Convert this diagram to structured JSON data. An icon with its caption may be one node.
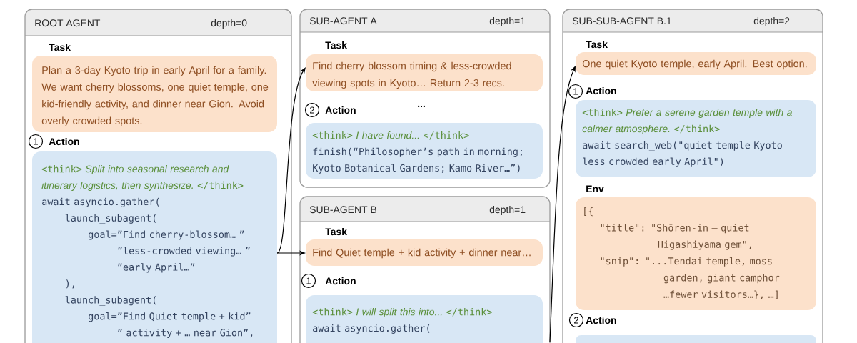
{
  "diagram": {
    "nodes": [
      {
        "text": [
          "ROOT AGENT",
          "depth=0"
        ]
      },
      {
        "text": [
          "Task",
          "Plan a 3-day Kyoto trip in early April for a family. We want cherry blossoms, one quiet temple, one kid-friendly activity, and dinner near Gion. Avoid overly crowded spots."
        ],
        "in": 0
      },
      {
        "text": [
          "1"
        ],
        "in": 0
      },
      {
        "text": [
          "Action",
          "<think>",
          "Split into seasonal research and itinerary logistics, then synthesize.",
          "</think>",
          "await asyncio.gather(",
          "launch_subagent(",
          "goal=”Find cherry-blossom… ”",
          "”less-crowded viewing… ”",
          "”early April…”",
          "),",
          "launch_subagent(",
          "goal=”Find Quiet temple + kid”",
          "” activity + … near Gion”,"
        ],
        "in": 0
      },
      {
        "text": [
          "SUB-AGENT A",
          "depth=1"
        ]
      },
      {
        "text": [
          "Task",
          "Find cherry blossom timing & less-crowded viewing spots in Kyoto… Return 2-3 recs."
        ],
        "in": 4
      },
      {
        "text": [
          "2"
        ],
        "in": 4
      },
      {
        "text": [
          "Action",
          "<think>",
          "I have found...",
          "</think>",
          "finish(“Philosopher’s path in morning; Kyoto Botanical Gardens; Kamo River…”)"
        ],
        "in": 4
      },
      {
        "text": [
          "SUB-AGENT B",
          "depth=1"
        ]
      },
      {
        "text": [
          "Task",
          "Find Quiet temple + kid activity + dinner near…"
        ],
        "in": 8
      },
      {
        "text": [
          "1"
        ],
        "in": 8
      },
      {
        "text": [
          "Action",
          "<think>",
          "I will split this into...",
          "</think>",
          "await asyncio.gather("
        ],
        "in": 8
      },
      {
        "text": [
          "SUB-SUB-AGENT B.1",
          "depth=2"
        ]
      },
      {
        "text": [
          "Task",
          "One quiet Kyoto temple, early April. Best option."
        ],
        "in": 12
      },
      {
        "text": [
          "1"
        ],
        "in": 12
      },
      {
        "text": [
          "Action",
          "<think>",
          "Prefer a serene garden temple with a calmer atmosphere.",
          "</think>",
          "await search_web(\"quiet temple Kyoto less crowded early April\")"
        ],
        "in": 12
      },
      {
        "text": [
          "Env",
          "[{",
          "\"title\": \"Shōren-in — quiet",
          "Higashiyama gem\",",
          "\"snip\": \"...Tendai temple, moss",
          "garden, giant camphor",
          "…fewer visitors…}, …]"
        ],
        "in": 12
      },
      {
        "text": [
          "2"
        ],
        "in": 12
      },
      {
        "text": [
          "Action"
        ],
        "in": 12
      }
    ],
    "edges": [
      {
        "from": 3,
        "to": 5,
        "arrow": "to"
      },
      {
        "from": 3,
        "to": 9,
        "arrow": "to"
      },
      {
        "from": 8,
        "to": 13,
        "arrow": "to"
      }
    ],
    "labels": [
      "..."
    ]
  }
}
